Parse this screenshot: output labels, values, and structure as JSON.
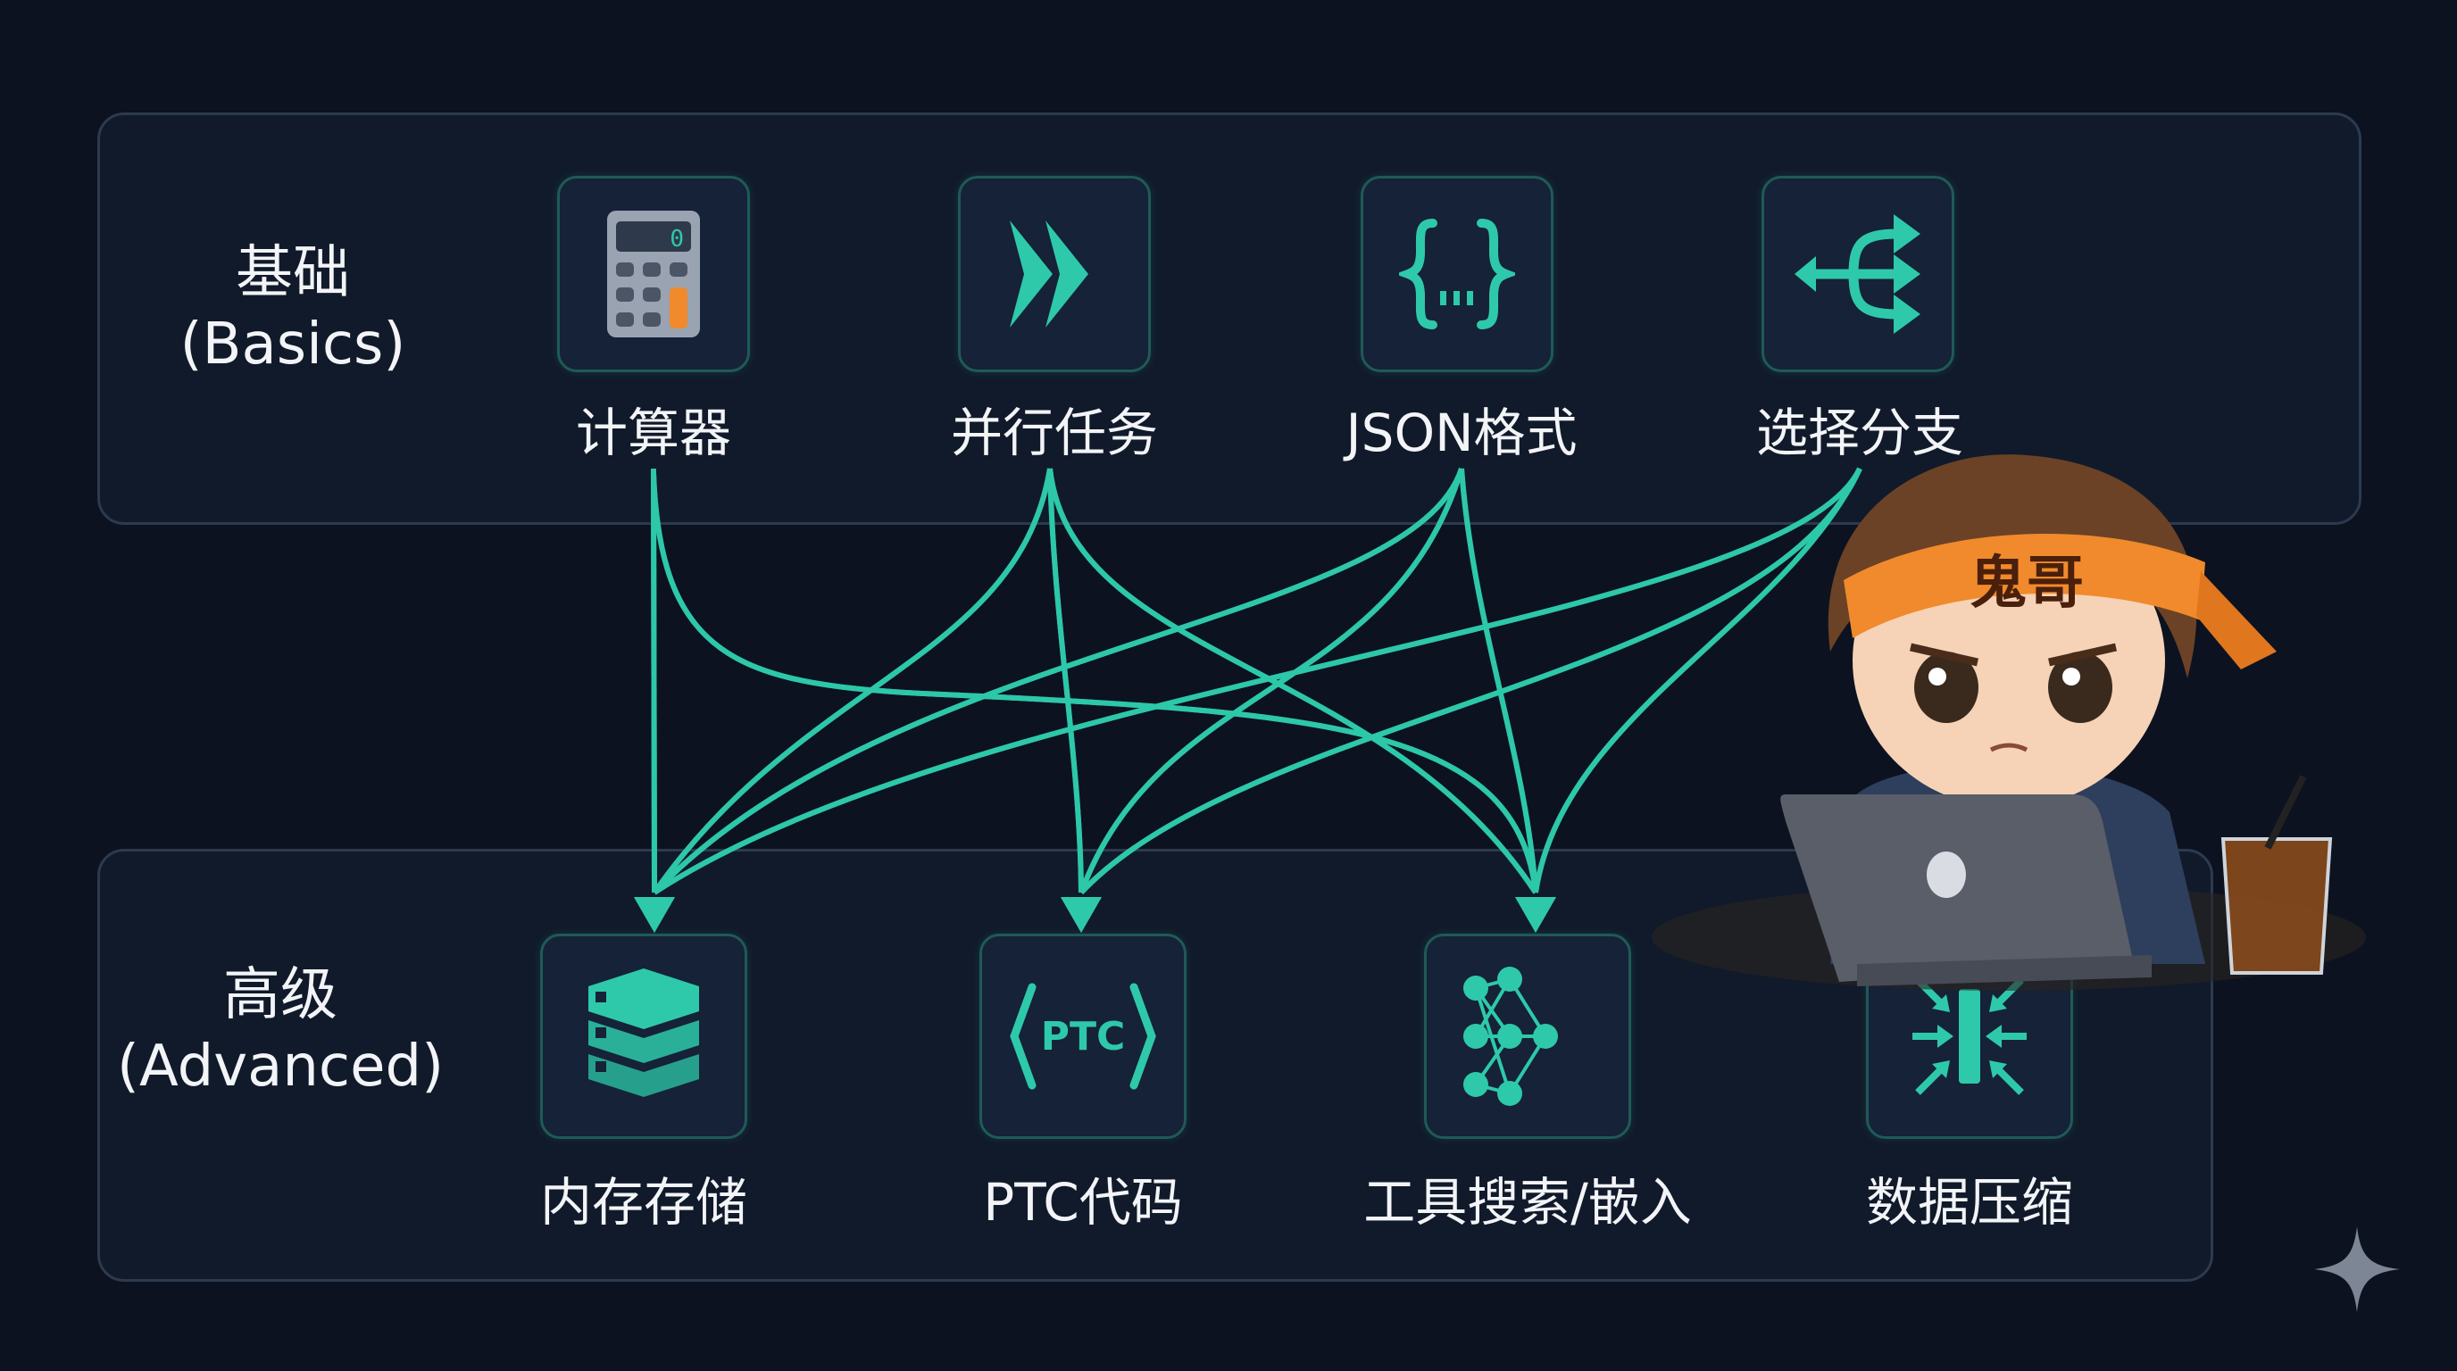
{
  "basics": {
    "title": "基础",
    "subtitle": "(Basics)",
    "items": [
      {
        "label": "计算器",
        "icon": "calculator-icon",
        "display": "0"
      },
      {
        "label": "并行任务",
        "icon": "double-chevron-icon"
      },
      {
        "label": "JSON格式",
        "icon": "json-braces-icon"
      },
      {
        "label": "选择分支",
        "icon": "branch-arrows-icon"
      }
    ]
  },
  "advanced": {
    "title": "高级",
    "subtitle": "(Advanced)",
    "items": [
      {
        "label": "内存存储",
        "icon": "storage-stack-icon"
      },
      {
        "label": "PTC代码",
        "icon": "ptc-code-icon",
        "icon_text": "PTC"
      },
      {
        "label": "工具搜索/嵌入",
        "icon": "network-nodes-icon"
      },
      {
        "label": "数据压缩",
        "icon": "compress-icon"
      }
    ]
  },
  "mascot": {
    "headband_text": "鬼哥"
  },
  "colors": {
    "accent": "#2ec9aa",
    "background": "#0c1220",
    "panel": "#111a2a",
    "orange": "#f08a2c"
  }
}
